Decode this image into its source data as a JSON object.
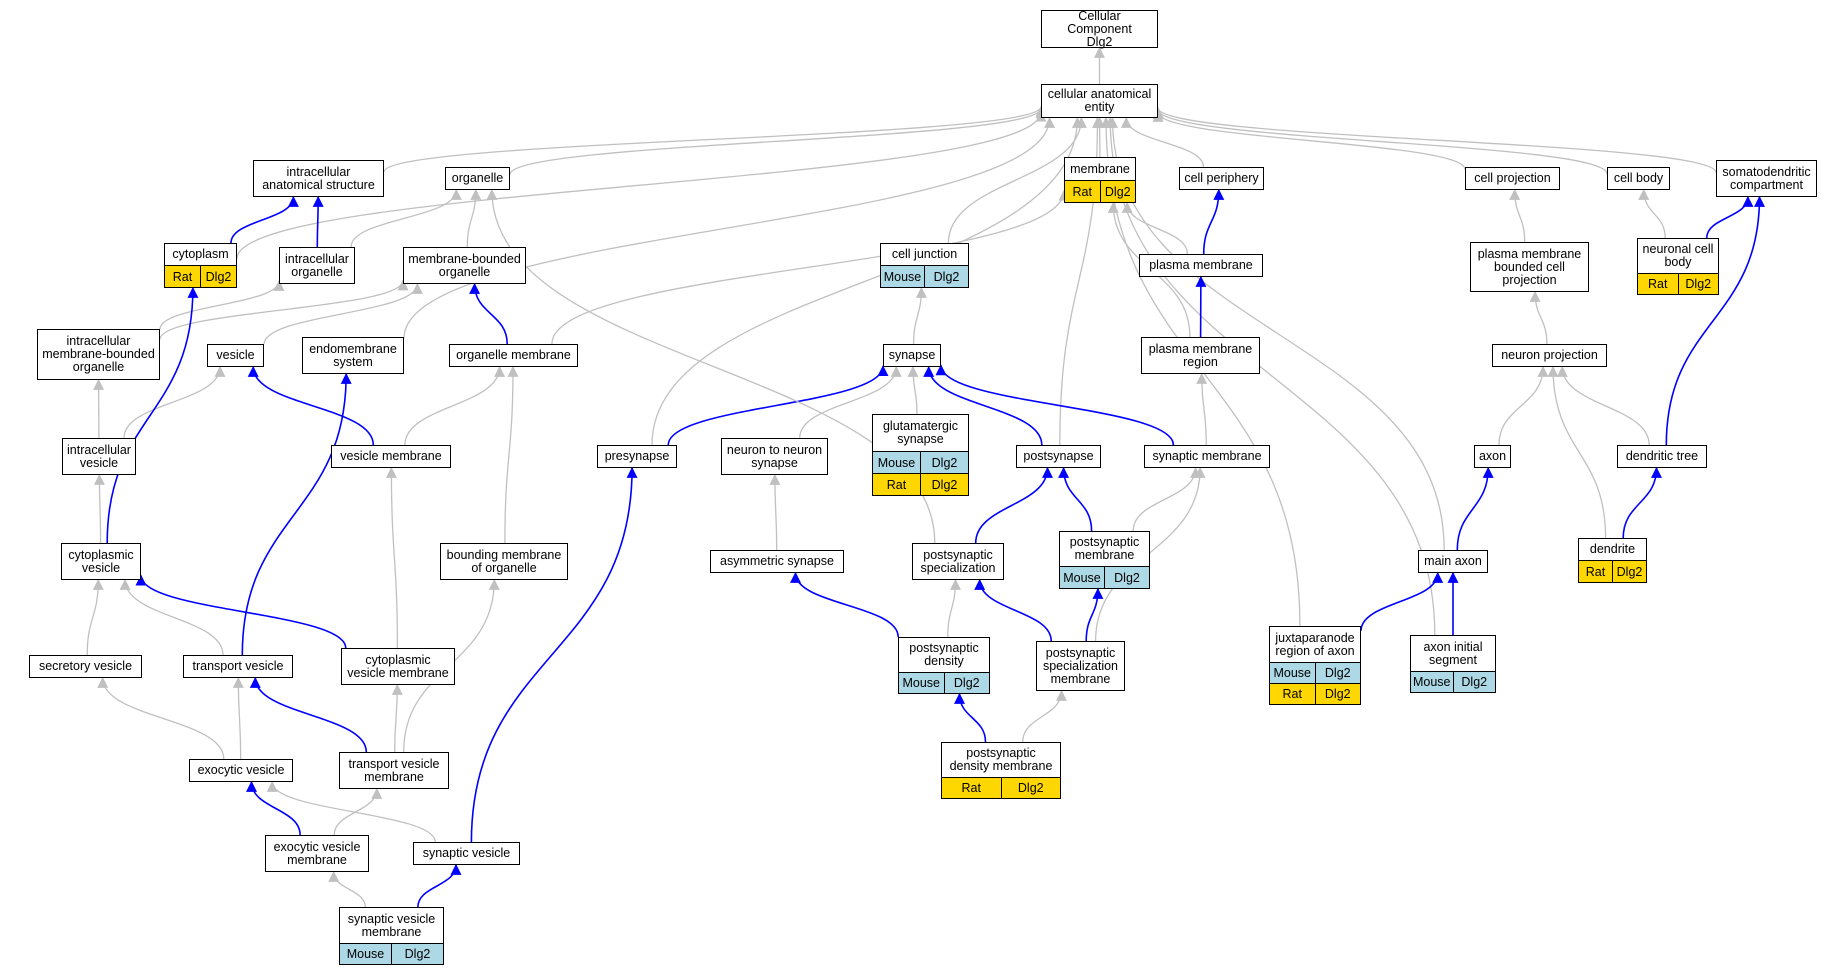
{
  "diagram": {
    "colors": {
      "species_Mouse": "#add8e6",
      "species_Rat": "#ffd700",
      "edge_is_a": "#c0c0c0",
      "edge_part_of": "#0000ff"
    },
    "nodes": [
      {
        "id": "root",
        "label": "Cellular Component\nDlg2",
        "rows": []
      },
      {
        "id": "cae",
        "label": "cellular anatomical\nentity",
        "rows": []
      },
      {
        "id": "ias",
        "label": "intracellular\nanatomical structure",
        "rows": []
      },
      {
        "id": "organelle",
        "label": "organelle",
        "rows": []
      },
      {
        "id": "membrane",
        "label": "membrane",
        "rows": [
          {
            "species": "Rat",
            "gene": "Dlg2"
          }
        ]
      },
      {
        "id": "cellperiphery",
        "label": "cell periphery",
        "rows": []
      },
      {
        "id": "cellprojection",
        "label": "cell projection",
        "rows": []
      },
      {
        "id": "cellbody",
        "label": "cell body",
        "rows": []
      },
      {
        "id": "somato",
        "label": "somatodendritic\ncompartment",
        "rows": []
      },
      {
        "id": "cytoplasm",
        "label": "cytoplasm",
        "rows": [
          {
            "species": "Rat",
            "gene": "Dlg2"
          }
        ]
      },
      {
        "id": "intraorg",
        "label": "intracellular\norganelle",
        "rows": []
      },
      {
        "id": "mbo",
        "label": "membrane-bounded\norganelle",
        "rows": []
      },
      {
        "id": "celljunction",
        "label": "cell junction",
        "rows": [
          {
            "species": "Mouse",
            "gene": "Dlg2"
          }
        ]
      },
      {
        "id": "plasmamem",
        "label": "plasma membrane",
        "rows": []
      },
      {
        "id": "pmbcp",
        "label": "plasma membrane\nbounded cell\nprojection",
        "rows": []
      },
      {
        "id": "neuronalcb",
        "label": "neuronal cell\nbody",
        "rows": [
          {
            "species": "Rat",
            "gene": "Dlg2"
          }
        ]
      },
      {
        "id": "imbo",
        "label": "intracellular\nmembrane-bounded\norganelle",
        "rows": []
      },
      {
        "id": "vesicle",
        "label": "vesicle",
        "rows": []
      },
      {
        "id": "endomem",
        "label": "endomembrane\nsystem",
        "rows": []
      },
      {
        "id": "orgmem",
        "label": "organelle membrane",
        "rows": []
      },
      {
        "id": "synapse",
        "label": "synapse",
        "rows": []
      },
      {
        "id": "pmregion",
        "label": "plasma membrane\nregion",
        "rows": []
      },
      {
        "id": "neuronproj",
        "label": "neuron projection",
        "rows": []
      },
      {
        "id": "intravesicle",
        "label": "intracellular\nvesicle",
        "rows": []
      },
      {
        "id": "vesiclemem",
        "label": "vesicle membrane",
        "rows": []
      },
      {
        "id": "presynapse",
        "label": "presynapse",
        "rows": []
      },
      {
        "id": "n2n",
        "label": "neuron to neuron\nsynapse",
        "rows": []
      },
      {
        "id": "glut",
        "label": "glutamatergic\nsynapse",
        "rows": [
          {
            "species": "Mouse",
            "gene": "Dlg2"
          },
          {
            "species": "Rat",
            "gene": "Dlg2"
          }
        ]
      },
      {
        "id": "postsynapse",
        "label": "postsynapse",
        "rows": []
      },
      {
        "id": "synmem",
        "label": "synaptic membrane",
        "rows": []
      },
      {
        "id": "axon",
        "label": "axon",
        "rows": []
      },
      {
        "id": "dendtree",
        "label": "dendritic tree",
        "rows": []
      },
      {
        "id": "cytovesicle",
        "label": "cytoplasmic\nvesicle",
        "rows": []
      },
      {
        "id": "bmo",
        "label": "bounding membrane\nof organelle",
        "rows": []
      },
      {
        "id": "asym",
        "label": "asymmetric synapse",
        "rows": []
      },
      {
        "id": "pss",
        "label": "postsynaptic\nspecialization",
        "rows": []
      },
      {
        "id": "psmem",
        "label": "postsynaptic\nmembrane",
        "rows": [
          {
            "species": "Mouse",
            "gene": "Dlg2"
          }
        ]
      },
      {
        "id": "mainaxon",
        "label": "main axon",
        "rows": []
      },
      {
        "id": "dendrite",
        "label": "dendrite",
        "rows": [
          {
            "species": "Rat",
            "gene": "Dlg2"
          }
        ]
      },
      {
        "id": "secretory",
        "label": "secretory vesicle",
        "rows": []
      },
      {
        "id": "transport",
        "label": "transport vesicle",
        "rows": []
      },
      {
        "id": "cvm",
        "label": "cytoplasmic\nvesicle membrane",
        "rows": []
      },
      {
        "id": "psd",
        "label": "postsynaptic\ndensity",
        "rows": [
          {
            "species": "Mouse",
            "gene": "Dlg2"
          }
        ]
      },
      {
        "id": "pssm",
        "label": "postsynaptic\nspecialization\nmembrane",
        "rows": []
      },
      {
        "id": "jpx",
        "label": "juxtaparanode\nregion of axon",
        "rows": [
          {
            "species": "Mouse",
            "gene": "Dlg2"
          },
          {
            "species": "Rat",
            "gene": "Dlg2"
          }
        ]
      },
      {
        "id": "ais",
        "label": "axon initial\nsegment",
        "rows": [
          {
            "species": "Mouse",
            "gene": "Dlg2"
          }
        ]
      },
      {
        "id": "exocytic",
        "label": "exocytic vesicle",
        "rows": []
      },
      {
        "id": "tvm",
        "label": "transport vesicle\nmembrane",
        "rows": []
      },
      {
        "id": "psdm",
        "label": "postsynaptic\ndensity membrane",
        "rows": [
          {
            "species": "Rat",
            "gene": "Dlg2"
          }
        ]
      },
      {
        "id": "evm",
        "label": "exocytic vesicle\nmembrane",
        "rows": []
      },
      {
        "id": "synves",
        "label": "synaptic vesicle",
        "rows": []
      },
      {
        "id": "svm",
        "label": "synaptic vesicle\nmembrane",
        "rows": [
          {
            "species": "Mouse",
            "gene": "Dlg2"
          }
        ]
      }
    ],
    "edges": [
      [
        "cae",
        "root",
        "is_a"
      ],
      [
        "ias",
        "cae",
        "is_a"
      ],
      [
        "organelle",
        "cae",
        "is_a"
      ],
      [
        "membrane",
        "cae",
        "is_a"
      ],
      [
        "cellperiphery",
        "cae",
        "is_a"
      ],
      [
        "cellprojection",
        "cae",
        "is_a"
      ],
      [
        "cellbody",
        "cae",
        "is_a"
      ],
      [
        "somato",
        "cae",
        "is_a"
      ],
      [
        "cytoplasm",
        "cae",
        "is_a"
      ],
      [
        "celljunction",
        "cae",
        "is_a"
      ],
      [
        "endomem",
        "cae",
        "is_a"
      ],
      [
        "presynapse",
        "cae",
        "is_a"
      ],
      [
        "postsynapse",
        "cae",
        "is_a"
      ],
      [
        "jpx",
        "cae",
        "is_a"
      ],
      [
        "ais",
        "cae",
        "is_a"
      ],
      [
        "mainaxon",
        "cae",
        "is_a"
      ],
      [
        "cytoplasm",
        "ias",
        "part_of"
      ],
      [
        "intraorg",
        "ias",
        "part_of"
      ],
      [
        "intraorg",
        "organelle",
        "is_a"
      ],
      [
        "mbo",
        "organelle",
        "is_a"
      ],
      [
        "imbo",
        "intraorg",
        "is_a"
      ],
      [
        "imbo",
        "mbo",
        "is_a"
      ],
      [
        "vesicle",
        "mbo",
        "is_a"
      ],
      [
        "orgmem",
        "mbo",
        "part_of"
      ],
      [
        "orgmem",
        "membrane",
        "is_a"
      ],
      [
        "plasmamem",
        "membrane",
        "is_a"
      ],
      [
        "pmregion",
        "membrane",
        "is_a"
      ],
      [
        "plasmamem",
        "cellperiphery",
        "part_of"
      ],
      [
        "pmregion",
        "plasmamem",
        "part_of"
      ],
      [
        "synapse",
        "celljunction",
        "is_a"
      ],
      [
        "pmbcp",
        "cellprojection",
        "is_a"
      ],
      [
        "neuronproj",
        "pmbcp",
        "is_a"
      ],
      [
        "neuronalcb",
        "cellbody",
        "is_a"
      ],
      [
        "neuronalcb",
        "somato",
        "part_of"
      ],
      [
        "dendtree",
        "somato",
        "part_of"
      ],
      [
        "intravesicle",
        "imbo",
        "is_a"
      ],
      [
        "intravesicle",
        "vesicle",
        "is_a"
      ],
      [
        "vesiclemem",
        "vesicle",
        "part_of"
      ],
      [
        "vesiclemem",
        "orgmem",
        "is_a"
      ],
      [
        "bmo",
        "orgmem",
        "is_a"
      ],
      [
        "cvm",
        "vesiclemem",
        "is_a"
      ],
      [
        "presynapse",
        "synapse",
        "part_of"
      ],
      [
        "n2n",
        "synapse",
        "is_a"
      ],
      [
        "glut",
        "synapse",
        "is_a"
      ],
      [
        "postsynapse",
        "synapse",
        "part_of"
      ],
      [
        "synmem",
        "synapse",
        "part_of"
      ],
      [
        "synmem",
        "pmregion",
        "is_a"
      ],
      [
        "axon",
        "neuronproj",
        "is_a"
      ],
      [
        "dendtree",
        "neuronproj",
        "is_a"
      ],
      [
        "dendrite",
        "neuronproj",
        "is_a"
      ],
      [
        "cytovesicle",
        "intravesicle",
        "is_a"
      ],
      [
        "cytovesicle",
        "cytoplasm",
        "part_of"
      ],
      [
        "asym",
        "n2n",
        "is_a"
      ],
      [
        "pss",
        "postsynapse",
        "part_of"
      ],
      [
        "pss",
        "organelle",
        "is_a"
      ],
      [
        "psmem",
        "postsynapse",
        "part_of"
      ],
      [
        "psmem",
        "synmem",
        "is_a"
      ],
      [
        "mainaxon",
        "axon",
        "part_of"
      ],
      [
        "dendrite",
        "dendtree",
        "part_of"
      ],
      [
        "secretory",
        "cytovesicle",
        "is_a"
      ],
      [
        "transport",
        "cytovesicle",
        "is_a"
      ],
      [
        "transport",
        "endomem",
        "part_of"
      ],
      [
        "cvm",
        "cytovesicle",
        "part_of"
      ],
      [
        "psd",
        "asym",
        "part_of"
      ],
      [
        "psd",
        "pss",
        "is_a"
      ],
      [
        "pssm",
        "pss",
        "part_of"
      ],
      [
        "pssm",
        "psmem",
        "part_of"
      ],
      [
        "pssm",
        "synmem",
        "is_a"
      ],
      [
        "jpx",
        "mainaxon",
        "part_of"
      ],
      [
        "ais",
        "mainaxon",
        "part_of"
      ],
      [
        "exocytic",
        "secretory",
        "is_a"
      ],
      [
        "exocytic",
        "transport",
        "is_a"
      ],
      [
        "tvm",
        "transport",
        "part_of"
      ],
      [
        "tvm",
        "cvm",
        "is_a"
      ],
      [
        "tvm",
        "bmo",
        "is_a"
      ],
      [
        "psdm",
        "psd",
        "part_of"
      ],
      [
        "psdm",
        "pssm",
        "is_a"
      ],
      [
        "evm",
        "exocytic",
        "part_of"
      ],
      [
        "evm",
        "tvm",
        "is_a"
      ],
      [
        "synves",
        "exocytic",
        "is_a"
      ],
      [
        "synves",
        "presynapse",
        "part_of"
      ],
      [
        "svm",
        "synves",
        "part_of"
      ],
      [
        "svm",
        "evm",
        "is_a"
      ]
    ]
  }
}
